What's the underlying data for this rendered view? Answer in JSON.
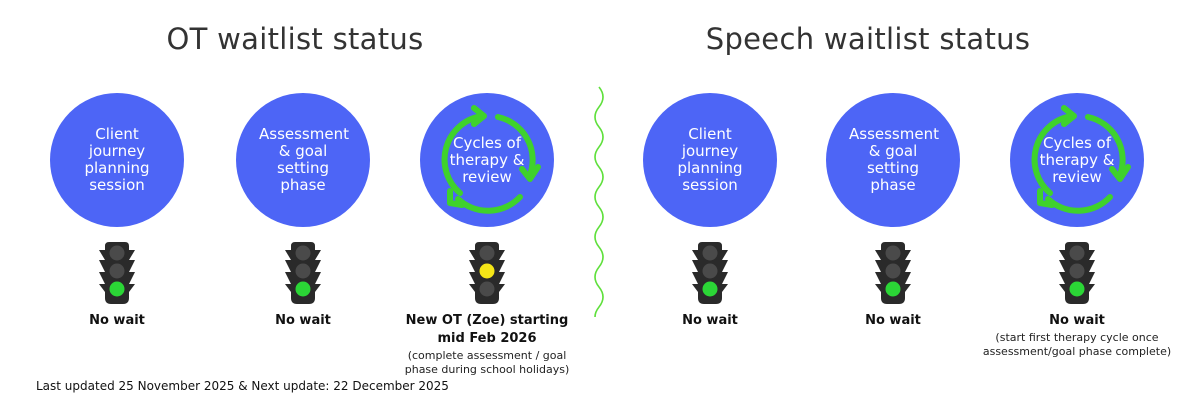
{
  "sections": [
    {
      "title": "OT waitlist status",
      "columns": [
        {
          "label": "Client journey planning session",
          "icon": "none",
          "light": "green",
          "status": "No wait",
          "note": ""
        },
        {
          "label": "Assessment & goal setting phase",
          "icon": "none",
          "light": "green",
          "status": "No wait",
          "note": ""
        },
        {
          "label": "Cycles of therapy & review",
          "icon": "cycle-arrows-icon",
          "light": "yellow",
          "status": "New OT (Zoe) starting mid Feb 2026",
          "note": "(complete assessment / goal phase during school holidays)"
        }
      ]
    },
    {
      "title": "Speech waitlist status",
      "columns": [
        {
          "label": "Client journey planning session",
          "icon": "none",
          "light": "green",
          "status": "No wait",
          "note": ""
        },
        {
          "label": "Assessment & goal setting phase",
          "icon": "none",
          "light": "green",
          "status": "No wait",
          "note": ""
        },
        {
          "label": "Cycles of therapy & review",
          "icon": "cycle-arrows-icon",
          "light": "green",
          "status": "No wait",
          "note": "(start first therapy cycle once assessment/goal phase complete)"
        }
      ]
    }
  ],
  "footer": "Last updated 25 November 2025 & Next update: 22 December 2025",
  "colors": {
    "circle": "#4d65f6",
    "green": "#2bd636",
    "yellow": "#f5e617",
    "arrow": "#3fd22c",
    "divider": "#5fe03c"
  }
}
